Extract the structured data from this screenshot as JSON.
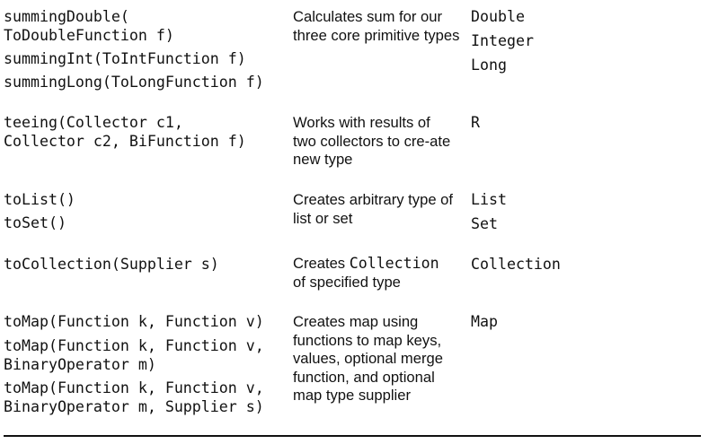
{
  "rows": [
    {
      "methods": [
        "summingDouble(\nToDoubleFunction f)",
        "summingInt(ToIntFunction f)",
        "summingLong(ToLongFunction f)"
      ],
      "description": "Calculates sum for our three core primitive types",
      "returns": [
        "Double",
        "Integer",
        "Long"
      ]
    },
    {
      "methods": [
        "teeing(Collector c1,\nCollector c2, BiFunction f)"
      ],
      "description": "Works with results of two collectors to cre-ate new type",
      "returns": [
        "R"
      ]
    },
    {
      "methods": [
        "toList()",
        "toSet()"
      ],
      "description": "Creates arbitrary type of list or set",
      "returns": [
        "List",
        "Set"
      ]
    },
    {
      "methods": [
        "toCollection(Supplier s)"
      ],
      "description_prefix": "Creates ",
      "description_code": "Collection",
      "description_suffix": "of specified type",
      "returns": [
        "Collection"
      ]
    },
    {
      "methods": [
        "toMap(Function k, Function v)",
        "toMap(Function k, Function v,\nBinaryOperator m)",
        "toMap(Function k, Function v,\nBinaryOperator m, Supplier s)"
      ],
      "description": "Creates map using functions to map keys, values, optional merge function, and optional map type supplier",
      "returns": [
        "Map"
      ]
    }
  ]
}
